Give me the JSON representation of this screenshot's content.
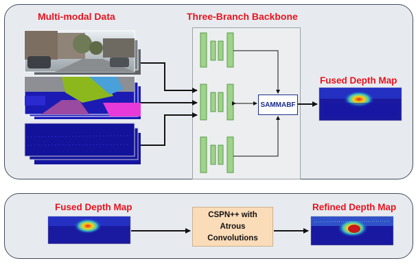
{
  "labels": {
    "multimodal": "Multi-modal Data",
    "backbone": "Three-Branch Backbone",
    "fused_top": "Fused Depth Map",
    "fused_bottom": "Fused Depth Map",
    "refined": "Refined Depth Map"
  },
  "blocks": {
    "fusion": "SAMMABF",
    "refinement": "CSPN++ with Atrous Convolutions"
  },
  "colors": {
    "label_red": "#e8121d",
    "encoder_green": "#9ed38a",
    "encoder_border": "#5a9a4a",
    "panel_bg": "#e7ebef",
    "depth_blue": "#1a1aa0"
  }
}
